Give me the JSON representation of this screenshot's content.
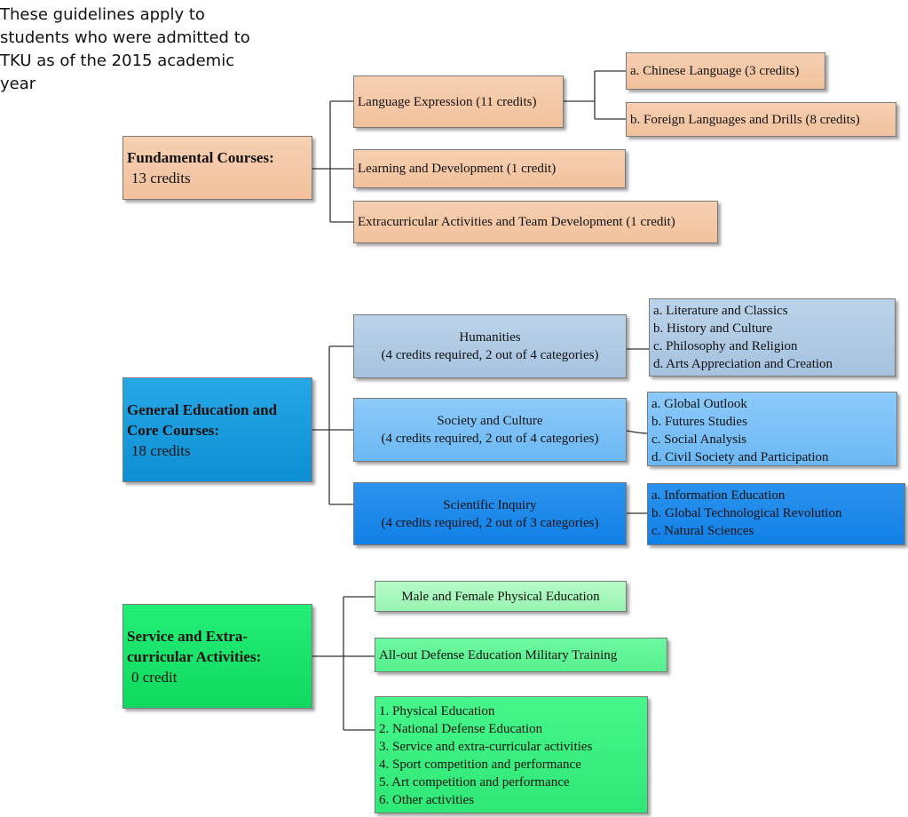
{
  "note": "These guidelines apply to students who were admitted to TKU as of the 2015 academic year",
  "fundamental": {
    "title": "Fundamental Courses:",
    "credits": "13 credits",
    "language": "Language Expression (11 credits)",
    "language_a": "a. Chinese Language (3 credits)",
    "language_b": "b. Foreign Languages and Drills (8 credits)",
    "learning": "Learning and Development (1 credit)",
    "extracurricular": "Extracurricular Activities and Team Development (1 credit)"
  },
  "general": {
    "title_line1": "General Education and",
    "title_line2": "Core Courses:",
    "credits": "18 credits",
    "humanities": {
      "name": "Humanities",
      "req": "(4 credits required, 2 out of 4 categories)",
      "items": [
        "a. Literature and Classics",
        "b. History and Culture",
        "c. Philosophy and Religion",
        "d. Arts Appreciation and Creation"
      ]
    },
    "society": {
      "name": "Society and Culture",
      "req": "(4 credits required, 2 out of 4 categories)",
      "items": [
        "a. Global Outlook",
        "b. Futures Studies",
        "c. Social Analysis",
        "d. Civil Society and Participation"
      ]
    },
    "science": {
      "name": "Scientific Inquiry",
      "req": "(4 credits required, 2 out of 3 categories)",
      "items": [
        "a. Information Education",
        "b. Global Technological Revolution",
        "c. Natural Sciences"
      ]
    }
  },
  "service": {
    "title_line1": "Service and Extra-",
    "title_line2": "curricular Activities:",
    "credits": "0 credit",
    "pe": "Male and Female Physical Education",
    "defense": "All-out Defense Education Military Training",
    "items": [
      "1. Physical Education",
      "2. National Defense Education",
      "3. Service and extra-curricular activities",
      "4. Sport competition and performance",
      "5. Art competition and performance",
      "6. Other activities"
    ]
  }
}
